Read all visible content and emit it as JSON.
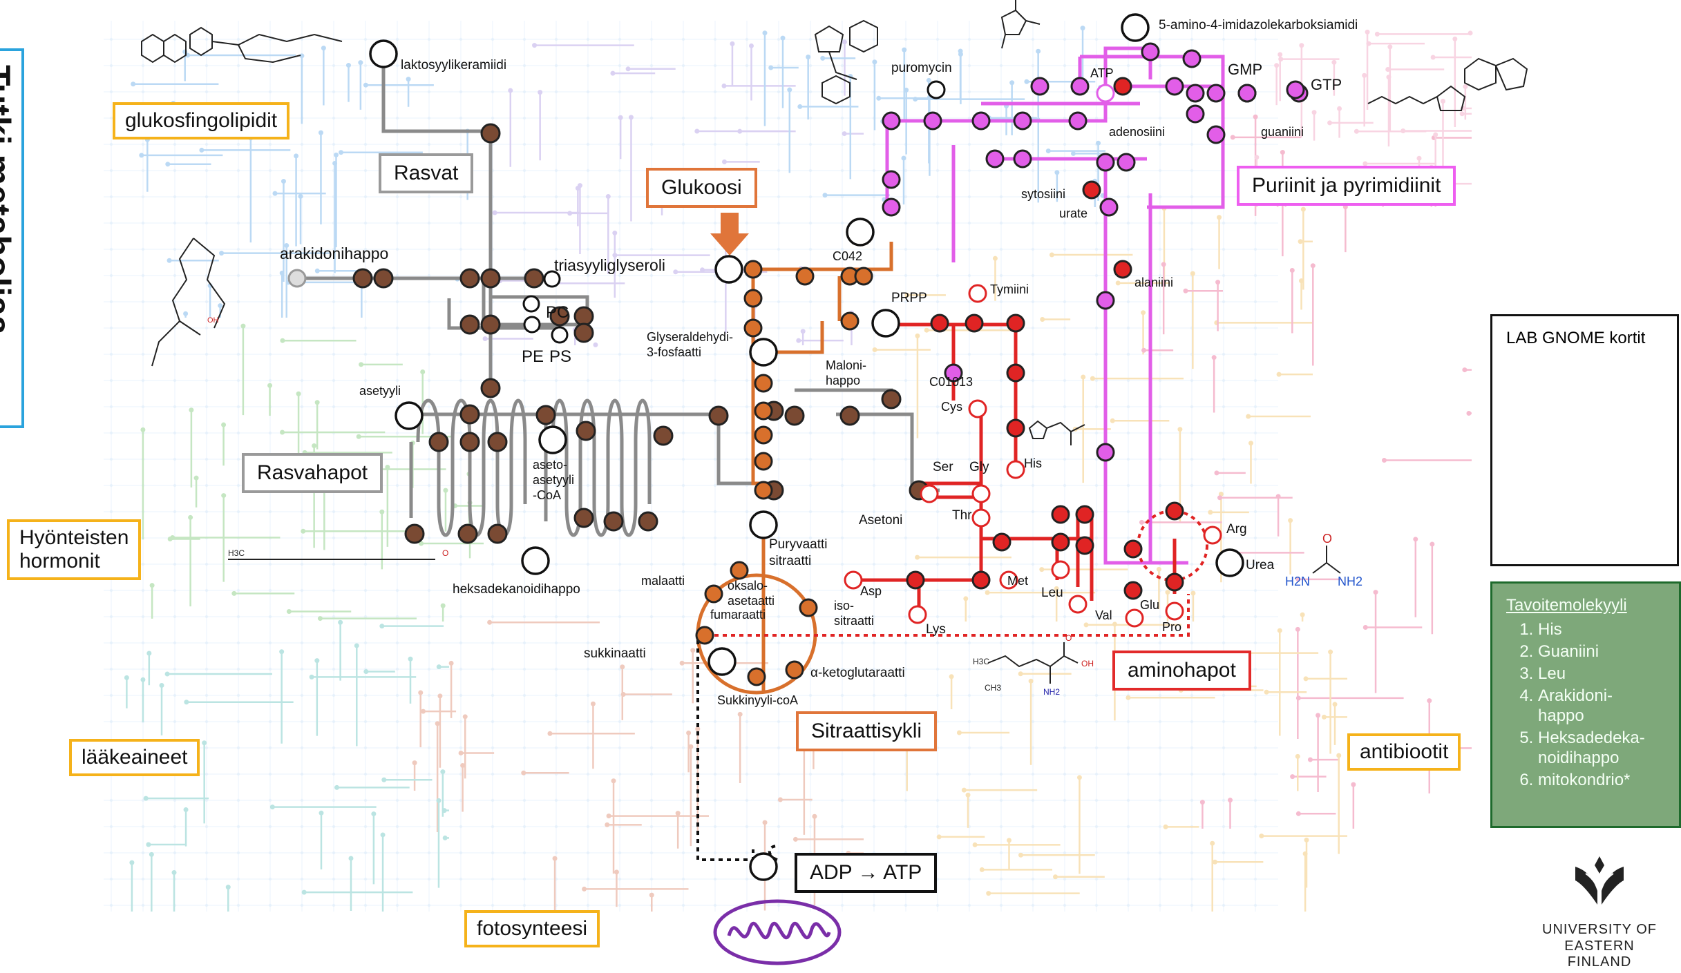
{
  "title_vertical": "Tutki metaboliaa",
  "categories": {
    "glycosphingolipids": "glukosfingolipidit",
    "insect_hormones": "Hyönteisten\nhormonit",
    "drugs": "lääkeaineet",
    "photosynthesis": "fotosynteesi",
    "antibiotics": "antibiootit"
  },
  "groups": {
    "fats": "Rasvat",
    "fatty_acids": "Rasvahapot",
    "glucose": "Glukoosi",
    "purines": "Puriinit ja pyrimidiinit",
    "amino_acids": "aminohapot",
    "citric_cycle": "Sitraattisykli",
    "adp_atp": "ADP → ATP"
  },
  "labels": {
    "lactosylceramide": "laktosyylikeramiidi",
    "arachidonic": "arakidonihappo",
    "triacylglycerol": "triasyyliglyseroli",
    "pc": "PC",
    "pe": "PE",
    "ps": "PS",
    "acetyl": "asetyyli",
    "acetoacetyl": "aseto-\nasetyyli\n-CoA",
    "hexadecanoic": "heksadekanoidihappo",
    "glyceraldehyde": "Glyseraldehydi-\n3-fosfaatti",
    "c042": "C042",
    "prpp": "PRPP",
    "malonic": "Maloni-\nhappo",
    "acetone": "Asetoni",
    "pyruvate": "Puryvaatti",
    "citrate": "sitraatti",
    "malate": "malaatti",
    "oxaloacetate": "oksalo-\nasetaatti",
    "fumarate": "fumaraatti",
    "isocitrate": "iso-\nsitraatti",
    "succinate": "sukkinaatti",
    "ketoglutarate": "α-ketoglutaraatti",
    "succinylcoa": "Sukkinyyli-coA",
    "puromycin": "puromycin",
    "imidazole": "5-amino-4-imidazolekarboksiamidi",
    "atp": "ATP",
    "gmp": "GMP",
    "gtp": "GTP",
    "adenosine": "adenosiini",
    "guanine": "guaniini",
    "cytosine": "sytosiini",
    "urate": "urate",
    "alanine": "alaniini",
    "thymine": "Tymiini",
    "c01013": "C01013",
    "cys": "Cys",
    "his": "His",
    "ser": "Ser",
    "gly": "Gly",
    "thr": "Thr",
    "asp": "Asp",
    "met": "Met",
    "leu": "Leu",
    "val": "Val",
    "glu": "Glu",
    "pro": "Pro",
    "lys": "Lys",
    "arg": "Arg",
    "urea": "Urea"
  },
  "lab_card": {
    "title": "LAB GNOME kortit"
  },
  "target_card": {
    "title": "Tavoitemolekyyli",
    "items": [
      "His",
      "Guaniini",
      "Leu",
      "Arakidoni-\nhappo",
      "Heksadedeka-\nnoidihappo",
      "mitokondrio*"
    ]
  },
  "logo": {
    "line1": "UNIVERSITY OF",
    "line2": "EASTERN FINLAND"
  },
  "colors": {
    "lipid": "#7a4a33",
    "glucose": "#d8702c",
    "purine": "#e25ee8",
    "amino": "#e02424",
    "category_border": "#f5b21a",
    "target_bg": "#7ea87a"
  }
}
